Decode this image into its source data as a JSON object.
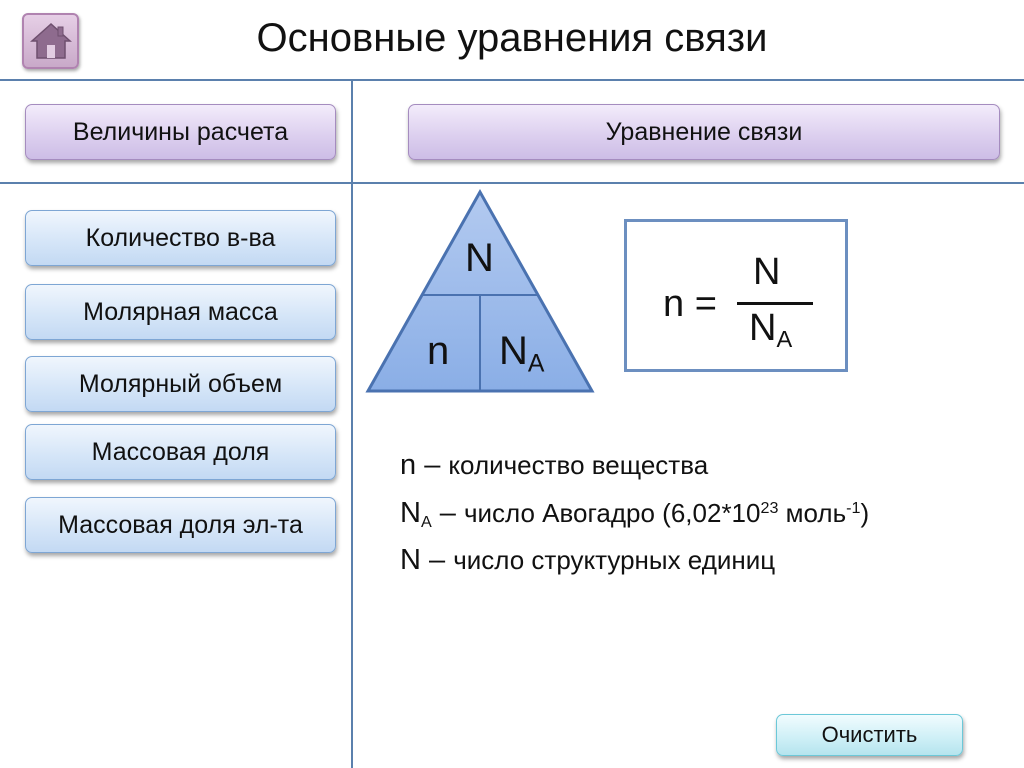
{
  "header": {
    "title": "Основные уравнения связи",
    "home_icon": "home-icon"
  },
  "panels": {
    "left_header": "Величины расчета",
    "right_header": "Уравнение связи"
  },
  "sidebar": {
    "items": [
      {
        "label": "Количество в-ва"
      },
      {
        "label": "Молярная масса"
      },
      {
        "label": "Молярный объем"
      },
      {
        "label": "Массовая доля"
      },
      {
        "label": "Массовая доля эл-та"
      }
    ]
  },
  "triangle": {
    "top": "N",
    "bottom_left": "n",
    "bottom_right_main": "N",
    "bottom_right_sub": "A"
  },
  "formula": {
    "lhs": "n =",
    "numerator": "N",
    "denominator_main": "N",
    "denominator_sub": "A"
  },
  "definitions": [
    {
      "symbol": "n",
      "dash": " – ",
      "text": "количество вещества"
    },
    {
      "symbol": "N",
      "symbol_sub": "A",
      "dash": " – ",
      "text": "число Авогадро (6,02*10",
      "sup1": "23",
      "text2": " моль",
      "sup2": "-1",
      "text3": ")"
    },
    {
      "symbol": "N",
      "dash": " – ",
      "text": "число структурных единиц"
    }
  ],
  "actions": {
    "clear_label": "Очистить"
  },
  "colors": {
    "divider": "#5b80ad",
    "sidebar_button": "#d6e6f8",
    "header_button": "#ddd0ef",
    "triangle_fill": "#9dbbe9",
    "clear_button": "#cdeff6"
  }
}
